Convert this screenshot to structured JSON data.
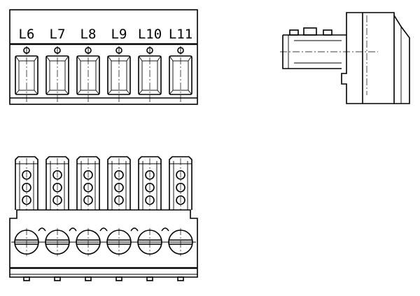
{
  "drawing": {
    "terminal_labels": [
      "L6",
      "L7",
      "L8",
      "L9",
      "L10",
      "L11"
    ]
  }
}
